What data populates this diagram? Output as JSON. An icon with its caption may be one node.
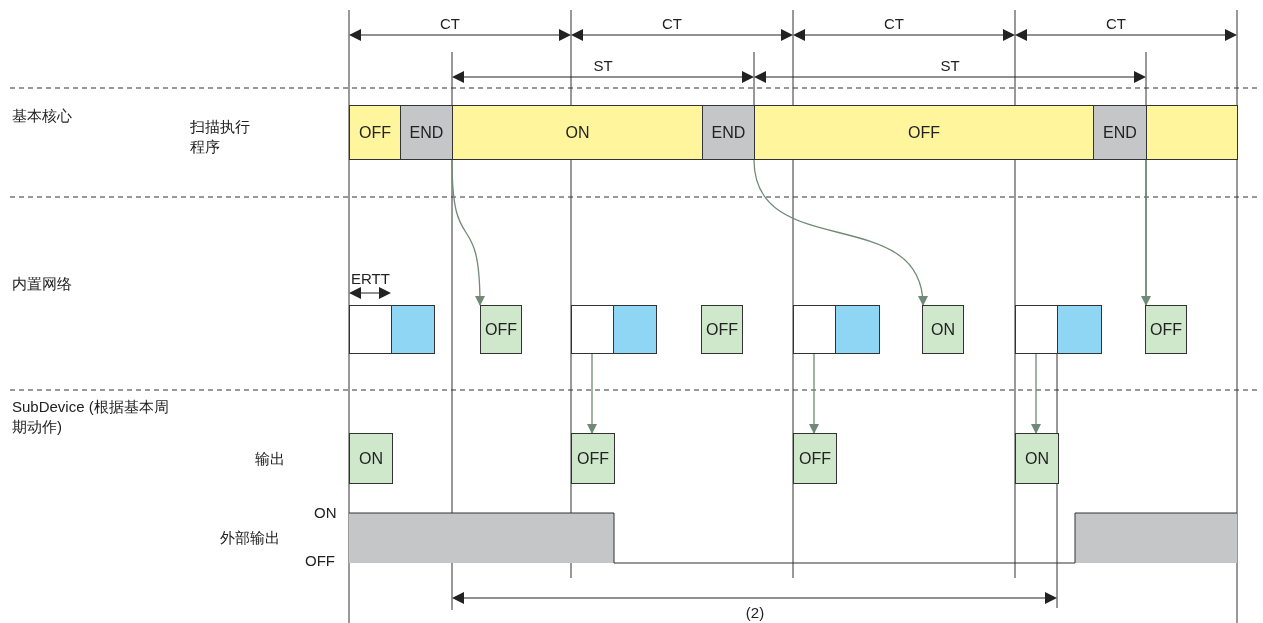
{
  "diagram": {
    "nodes": [
      {
        "text": [
          "OFF"
        ]
      },
      {
        "text": [
          "END"
        ]
      },
      {
        "text": [
          "ON"
        ]
      },
      {
        "text": [
          "END"
        ]
      },
      {
        "text": [
          "OFF"
        ]
      },
      {
        "text": [
          "END"
        ]
      },
      {
        "text": [],
        "shape": "bar"
      },
      {
        "text": [],
        "shape": "box"
      },
      {
        "text": [],
        "shape": "box"
      },
      {
        "text": [
          "OFF"
        ]
      },
      {
        "text": [],
        "shape": "box"
      },
      {
        "text": [],
        "shape": "box"
      },
      {
        "text": [
          "OFF"
        ]
      },
      {
        "text": [],
        "shape": "box"
      },
      {
        "text": [],
        "shape": "box"
      },
      {
        "text": [
          "ON"
        ]
      },
      {
        "text": [],
        "shape": "box"
      },
      {
        "text": [],
        "shape": "box"
      },
      {
        "text": [
          "OFF"
        ]
      },
      {
        "text": [
          "ON"
        ]
      },
      {
        "text": [
          "OFF"
        ]
      },
      {
        "text": [
          "OFF"
        ]
      },
      {
        "text": [
          "ON"
        ]
      }
    ],
    "edges": [
      {
        "from": 1,
        "to": 9,
        "arrow": "to"
      },
      {
        "from": 3,
        "to": 15,
        "arrow": "to"
      },
      {
        "from": 5,
        "to": 18,
        "arrow": "to"
      },
      {
        "from": 10,
        "to": 20,
        "arrow": "to"
      },
      {
        "from": 13,
        "to": 21,
        "arrow": "to"
      },
      {
        "from": 16,
        "to": 22,
        "arrow": "to"
      }
    ],
    "labels": [
      "CT",
      "CT",
      "CT",
      "CT",
      "ST",
      "ST",
      "基本核心",
      "扫描执行程序",
      "内置网络",
      "ERTT",
      "SubDevice (根据基本周期动作)",
      "输出",
      "ON",
      "外部输出",
      "OFF",
      "(2)"
    ]
  }
}
